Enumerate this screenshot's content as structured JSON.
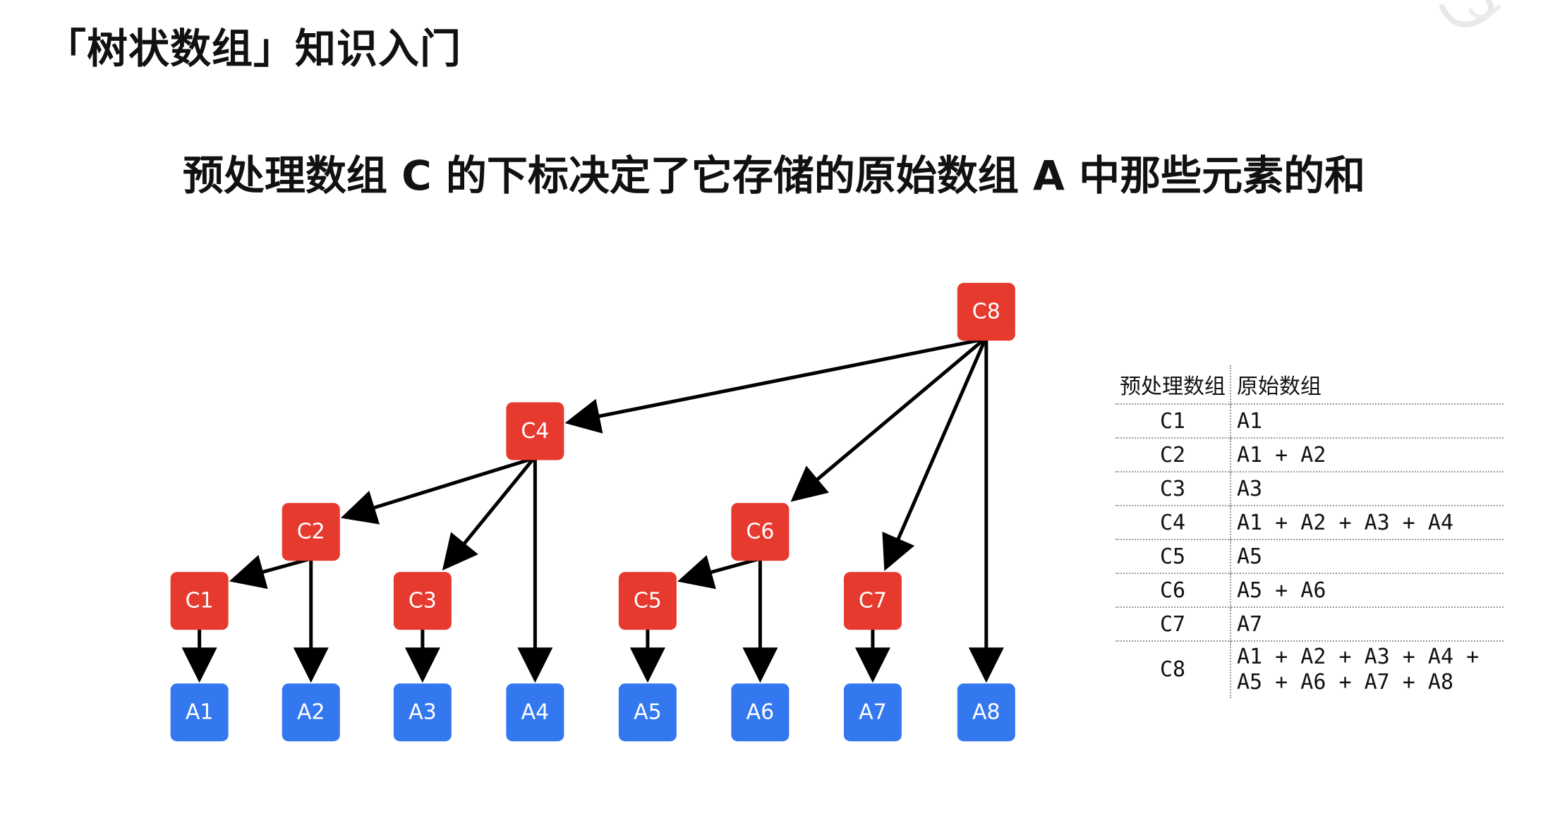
{
  "header": {
    "title": "「树状数组」知识入门",
    "subtitle": "预处理数组 C 的下标决定了它存储的原始数组 A 中那些元素的和"
  },
  "colors": {
    "c_node": "#e63a2e",
    "a_node": "#3478f0",
    "edge": "#000000"
  },
  "tree": {
    "c_nodes": [
      "C1",
      "C2",
      "C3",
      "C4",
      "C5",
      "C6",
      "C7",
      "C8"
    ],
    "a_nodes": [
      "A1",
      "A2",
      "A3",
      "A4",
      "A5",
      "A6",
      "A7",
      "A8"
    ],
    "edges": [
      [
        "C8",
        "C4"
      ],
      [
        "C8",
        "C6"
      ],
      [
        "C8",
        "C7"
      ],
      [
        "C8",
        "A8"
      ],
      [
        "C4",
        "C2"
      ],
      [
        "C4",
        "C3"
      ],
      [
        "C4",
        "A4"
      ],
      [
        "C2",
        "C1"
      ],
      [
        "C2",
        "A2"
      ],
      [
        "C1",
        "A1"
      ],
      [
        "C3",
        "A3"
      ],
      [
        "C6",
        "C5"
      ],
      [
        "C6",
        "A6"
      ],
      [
        "C5",
        "A5"
      ],
      [
        "C7",
        "A7"
      ]
    ]
  },
  "table": {
    "headers": [
      "预处理数组",
      "原始数组"
    ],
    "rows": [
      {
        "c": "C1",
        "a": "A1"
      },
      {
        "c": "C2",
        "a": "A1 + A2"
      },
      {
        "c": "C3",
        "a": "A3"
      },
      {
        "c": "C4",
        "a": "A1 + A2 + A3 + A4"
      },
      {
        "c": "C5",
        "a": "A5"
      },
      {
        "c": "C6",
        "a": "A5 + A6"
      },
      {
        "c": "C7",
        "a": "A7"
      },
      {
        "c": "C8",
        "a": "A1 + A2 + A3 + A4 +\nA5 + A6 + A7 + A8"
      }
    ]
  }
}
